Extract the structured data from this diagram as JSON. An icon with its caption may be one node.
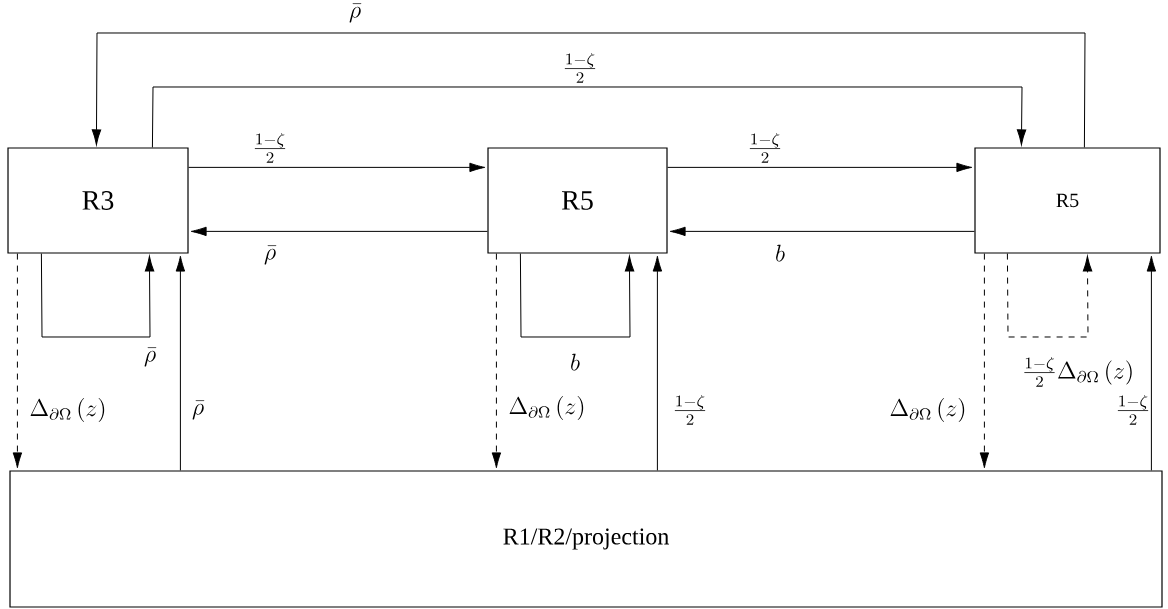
{
  "diagram": {
    "nodes": [
      {
        "text": [
          "R3"
        ]
      },
      {
        "text": [
          "R5"
        ]
      },
      {
        "text": [
          "R5"
        ]
      },
      {
        "text": [
          "R1/R2/projection"
        ]
      }
    ],
    "edges": [
      {
        "from": 2,
        "to": 0,
        "arrow": "to",
        "label": "\\bar{\\rho}"
      },
      {
        "from": 0,
        "to": 2,
        "arrow": "to",
        "label": "\\frac{1-\\zeta}{2}"
      },
      {
        "from": 0,
        "to": 1,
        "arrow": "to",
        "label": "\\frac{1-\\zeta}{2}"
      },
      {
        "from": 1,
        "to": 2,
        "arrow": "to",
        "label": "\\frac{1-\\zeta}{2}"
      },
      {
        "from": 1,
        "to": 0,
        "arrow": "to",
        "label": "\\bar{\\rho}"
      },
      {
        "from": 2,
        "to": 1,
        "arrow": "to",
        "label": "b"
      },
      {
        "from": 0,
        "to": 0,
        "arrow": "to",
        "label": "\\bar{\\rho}"
      },
      {
        "from": 0,
        "to": 3,
        "arrow": "to",
        "label": "\\Delta_{\\partial\\Omega}\\left(z\\right)",
        "style": "dashed"
      },
      {
        "from": 3,
        "to": 0,
        "arrow": "to",
        "label": "\\bar{\\rho}"
      },
      {
        "from": 1,
        "to": 1,
        "arrow": "to",
        "label": "b"
      },
      {
        "from": 1,
        "to": 3,
        "arrow": "to",
        "label": "\\Delta_{\\partial\\Omega}\\left(z\\right)",
        "style": "dashed"
      },
      {
        "from": 3,
        "to": 1,
        "arrow": "to",
        "label": "\\frac{1-\\zeta}{2}"
      },
      {
        "from": 2,
        "to": 2,
        "arrow": "to",
        "label": "\\frac{1-\\zeta}{2}\\Delta_{\\partial\\Omega}\\left(z\\right)",
        "style": "dashed"
      },
      {
        "from": 2,
        "to": 3,
        "arrow": "to",
        "label": "\\Delta_{\\partial\\Omega}\\left(z\\right)",
        "style": "dashed"
      },
      {
        "from": 3,
        "to": 2,
        "arrow": "to",
        "label": "\\frac{1-\\zeta}{2}"
      }
    ]
  }
}
